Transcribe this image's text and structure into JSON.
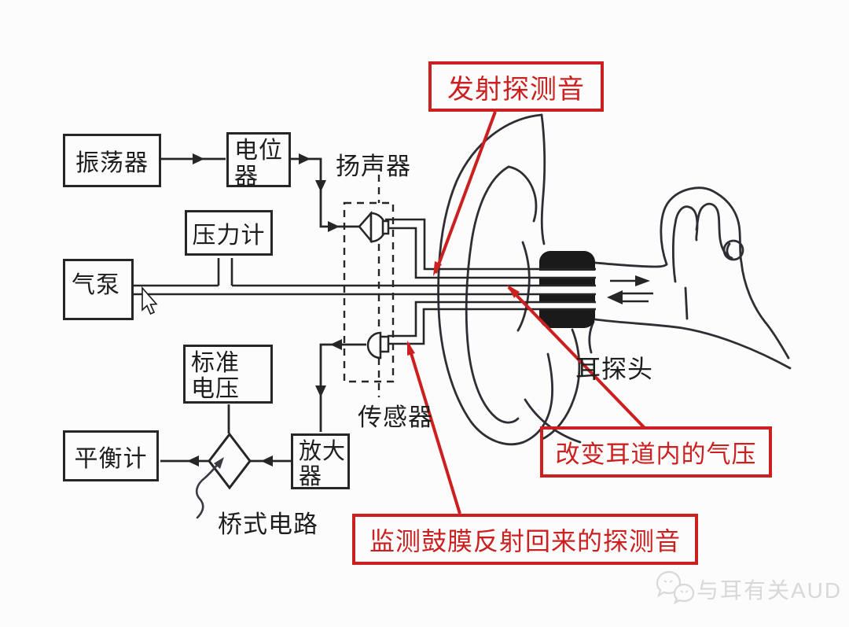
{
  "colors": {
    "ink": "#262626",
    "callout_red": "#cc2020",
    "probe_black": "#1a1a1a",
    "watermark_gray": "#d8d8d8",
    "background": "#fcfcfc"
  },
  "boxes": {
    "oscillator": {
      "label": "振荡器"
    },
    "potentiometer": {
      "line1": "电位",
      "line2": "器"
    },
    "pressure_gauge": {
      "label": "压力计"
    },
    "air_pump": {
      "label": "气泵"
    },
    "standard_voltage": {
      "line1": "标准",
      "line2": "电压"
    },
    "balance_meter": {
      "label": "平衡计"
    },
    "amplifier": {
      "line1": "放大",
      "line2": "器"
    }
  },
  "labels": {
    "speaker": "扬声器",
    "sensor": "传感器",
    "ear_probe": "耳探头",
    "bridge_circuit": "桥式电路"
  },
  "callouts": {
    "emit_probe_tone": "发射探测音",
    "change_ear_canal_pressure": "改变耳道内的气压",
    "monitor_reflected_probe_tone": "监测鼓膜反射回来的探测音"
  },
  "icons": {
    "canal_inward_arrow": "airflow-right-arrow",
    "canal_outward_arrow": "airflow-left-arrow",
    "variable_element": "squiggle-variable-arrow",
    "pointer": "mouse-cursor",
    "watermark_icon": "wechat-bubbles-icon"
  },
  "watermark": {
    "text": "与耳有关AUD"
  }
}
